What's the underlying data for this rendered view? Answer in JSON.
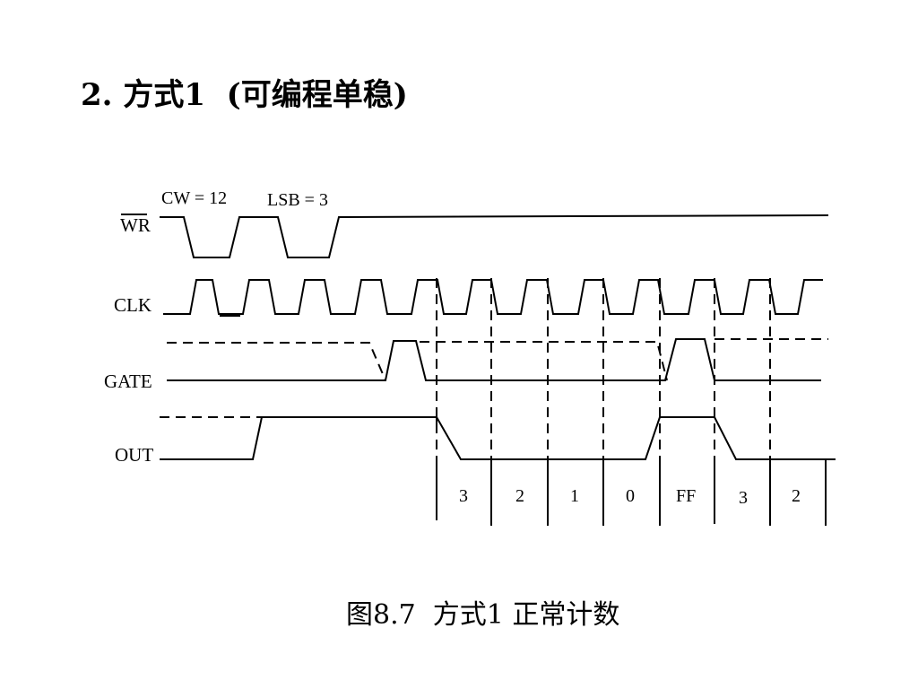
{
  "slide": {
    "heading": "2. 方式1  (可编程单稳)",
    "caption": "图8.7  方式1 正常计数"
  },
  "signals": {
    "wr": "WR",
    "clk": "CLK",
    "gate": "GATE",
    "out": "OUT"
  },
  "annotations": {
    "control_word": "CW = 12",
    "lsb": "LSB = 3"
  },
  "count_values": [
    "3",
    "2",
    "1",
    "0",
    "FF",
    "3",
    "2"
  ]
}
